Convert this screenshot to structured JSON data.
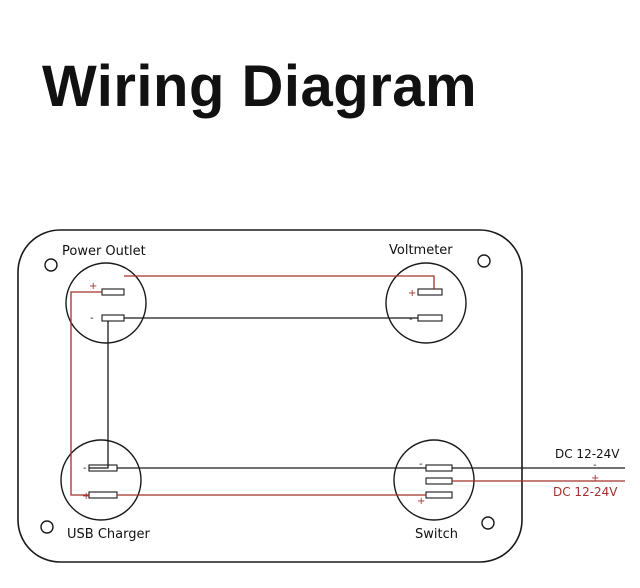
{
  "title": "Wiring Diagram",
  "components": {
    "power_outlet": "Power Outlet",
    "voltmeter": "Voltmeter",
    "usb_charger": "USB Charger",
    "switch": "Switch"
  },
  "terminals": {
    "positive": "+",
    "negative": "-"
  },
  "supply": {
    "negative_label": "DC 12-24V",
    "positive_label": "DC 12-24V",
    "negative_sign": "-",
    "positive_sign": "+"
  },
  "colors": {
    "positive_wire": "#a3302a",
    "negative_wire": "#1a1a1a",
    "panel_outline": "#1a1a1a"
  }
}
